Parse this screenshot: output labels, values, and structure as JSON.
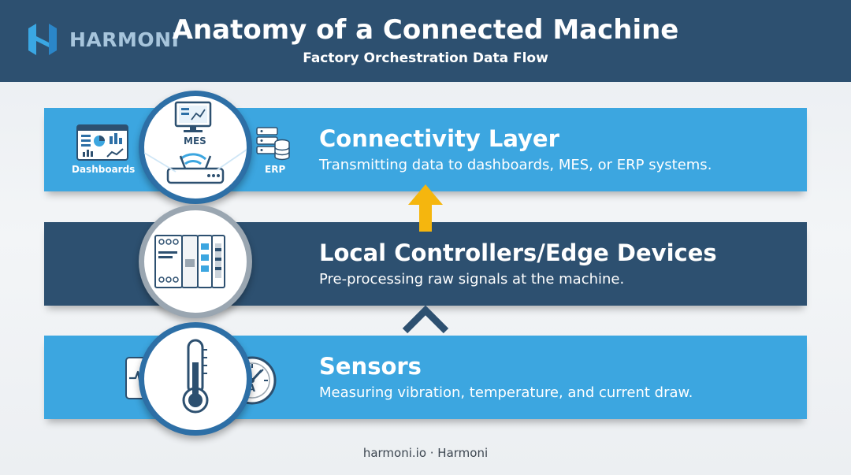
{
  "brand": {
    "name": "HARMONI"
  },
  "header": {
    "title": "Anatomy of a Connected Machine",
    "subtitle": "Factory Orchestration Data Flow"
  },
  "layers": [
    {
      "id": "connectivity",
      "title": "Connectivity Layer",
      "description": "Transmitting data to dashboards, MES, or ERP systems.",
      "icon_labels": {
        "left": "Dashboards",
        "center": "MES",
        "right": "ERP"
      }
    },
    {
      "id": "controllers",
      "title": "Local Controllers/Edge Devices",
      "description": "Pre-processing raw signals at the machine."
    },
    {
      "id": "sensors",
      "title": "Sensors",
      "description": "Measuring vibration, temperature, and current draw.",
      "icon_labels": {
        "gauge": "A"
      }
    }
  ],
  "footer": {
    "text": "harmoni.io · Harmoni"
  },
  "colors": {
    "header_bg": "#2d5070",
    "light_band": "#3ca6e0",
    "dark_band": "#2d5070",
    "arrow_yellow": "#f5b60e"
  }
}
